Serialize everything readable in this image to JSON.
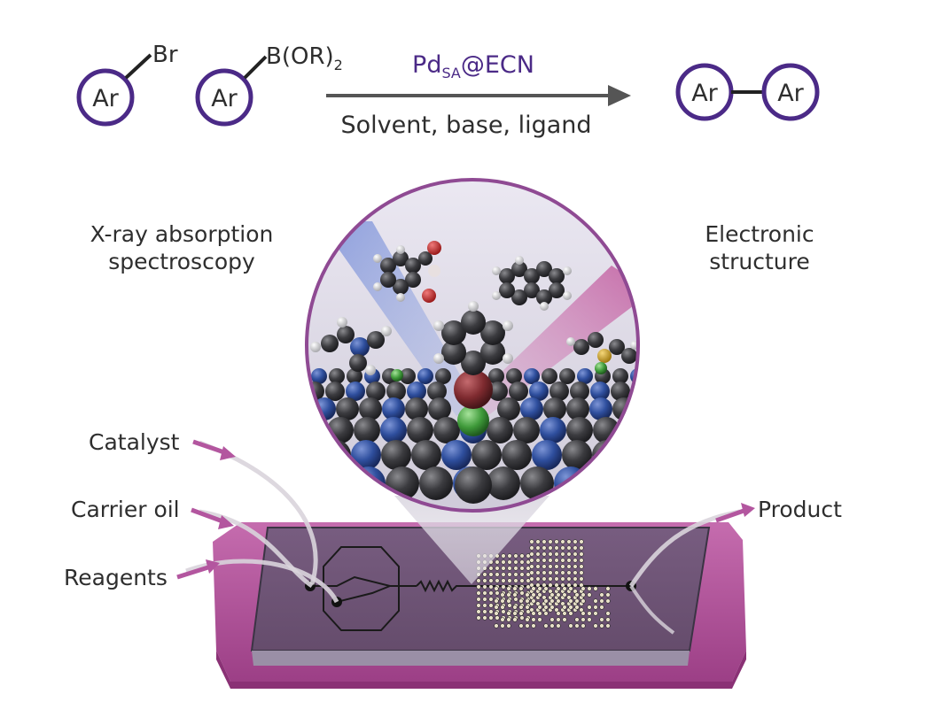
{
  "colors": {
    "purple": "#4b2a87",
    "magenta": "#c0579c",
    "chip": "#b3569f",
    "carbon": "#3a3a3c",
    "nitrogen": "#2f4f9e",
    "palladium": "#8a2e32",
    "chlorine": "#3f9a3a"
  },
  "reaction": {
    "reactant1": {
      "ring": "Ar",
      "substituent": "Br"
    },
    "reactant2": {
      "ring": "Ar",
      "substituent_main": "B(OR)",
      "substituent_sub": "2"
    },
    "catalyst_main": "Pd",
    "catalyst_sub": "SA",
    "catalyst_rest": "@ECN",
    "conditions": "Solvent, base, ligand",
    "product": {
      "left": "Ar",
      "right": "Ar"
    }
  },
  "labels": {
    "xas_line1": "X-ray absorption",
    "xas_line2": "spectroscopy",
    "electronic_line1": "Electronic",
    "electronic_line2": "structure"
  },
  "inlets": {
    "catalyst": "Catalyst",
    "carrier_oil": "Carrier oil",
    "reagents": "Reagents"
  },
  "outlet": {
    "product": "Product"
  },
  "icons": [
    "arrow-right-icon",
    "microfluidic-chip",
    "molecular-model"
  ]
}
